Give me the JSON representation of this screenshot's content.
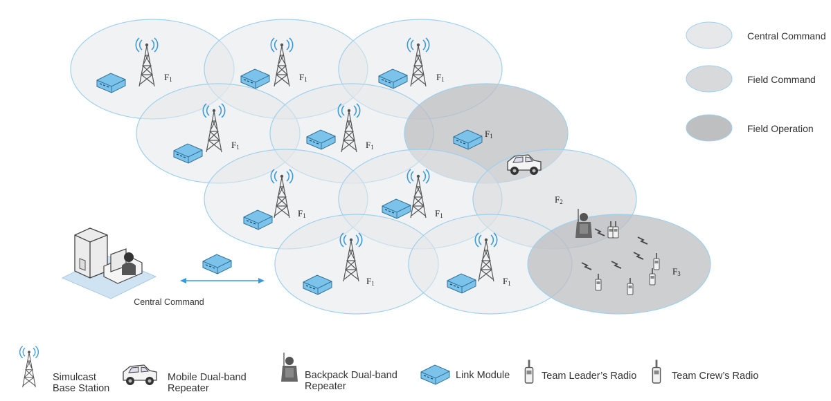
{
  "zone_key": {
    "central": {
      "label": "Central Command",
      "color": "#e6e8ea"
    },
    "field_cmd": {
      "label": "Field Command",
      "color": "#d7d9db"
    },
    "field_op": {
      "label": "Field Operation",
      "color": "#bdbfc1"
    }
  },
  "frequency_labels": {
    "f1": "F1",
    "f2": "F2",
    "f3": "F3"
  },
  "central_command_caption": "Central Command",
  "legend": {
    "base_station": [
      "Simulcast",
      "Base Station"
    ],
    "mobile_repeater": [
      "Mobile Dual-band",
      "Repeater"
    ],
    "backpack_repeater": [
      "Backpack Dual-band",
      "Repeater"
    ],
    "link_module": "Link Module",
    "team_leader_radio": "Team Leader’s Radio",
    "team_crew_radio": "Team Crew’s Radio"
  },
  "colors": {
    "cell_stroke": "#9fd0ee",
    "module": "#7cc3ec",
    "tower": "#555555",
    "signal": "#3a9ad9"
  }
}
